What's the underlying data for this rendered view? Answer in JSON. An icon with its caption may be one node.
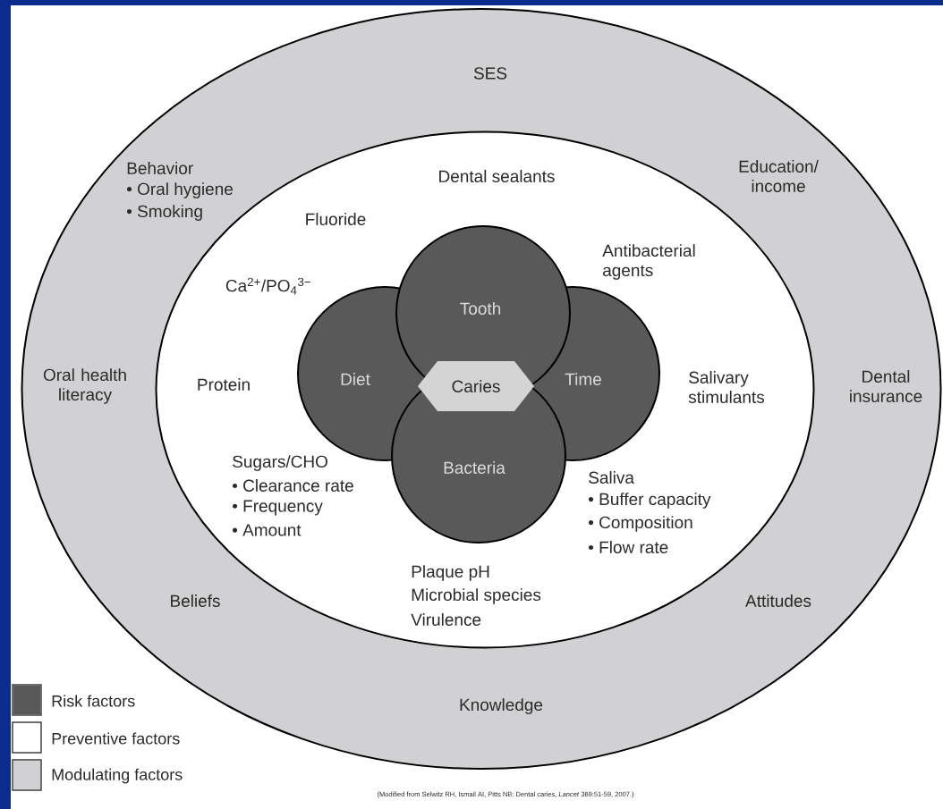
{
  "diagram": {
    "caption": "(Modified from Selwitz RH, Ismail AI, Pitts NB: Dental caries, *Lancet* 369:51-59, 2007.)",
    "nodes": [
      {
        "text": [
          "SES",
          "Behavior",
          "• Oral hygiene",
          "• Smoking",
          "Education/ income",
          "Oral health literacy",
          "Dental insurance",
          "Beliefs",
          "Attitudes",
          "Knowledge"
        ]
      },
      {
        "text": [
          "Dental sealants",
          "Fluoride",
          "Antibacterial agents",
          "Ca$^{2+}$/PO$_{4}$$^{3−}$",
          "Protein",
          "Salivary stimulants",
          "Sugars/CHO",
          "• Clearance rate",
          "• Frequency",
          "• Amount",
          "Saliva",
          "• Buffer capacity",
          "• Composition",
          "• Flow rate",
          "Plaque pH",
          "Microbial species",
          "Virulence"
        ],
        "in": 0
      },
      {
        "text": [
          "Tooth"
        ],
        "in": 1
      },
      {
        "text": [
          "Diet"
        ],
        "in": 1
      },
      {
        "text": [
          "Time"
        ],
        "in": 1
      },
      {
        "text": [
          "Bacteria"
        ],
        "in": 1
      },
      {
        "text": [
          "Caries"
        ],
        "in": 1
      }
    ],
    "legend": [
      {
        "text": "Risk factors",
        "color": "#595959"
      },
      {
        "text": "Preventive factors",
        "color": "#ffffff"
      },
      {
        "text": "Modulating factors",
        "color": "#d1d1d3"
      }
    ]
  }
}
